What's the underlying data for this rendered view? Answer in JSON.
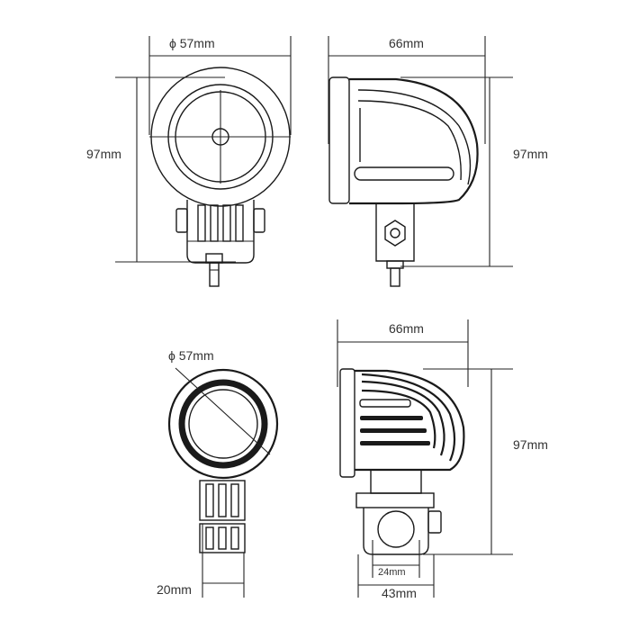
{
  "views": {
    "front_top": {
      "diameter_label": "ϕ 57mm",
      "height_label": "97mm"
    },
    "side_top": {
      "width_label": "66mm",
      "height_label": "97mm"
    },
    "front_bottom": {
      "diameter_label": "ϕ 57mm",
      "bracket_label": "20mm"
    },
    "side_bottom": {
      "width_label": "66mm",
      "height_label": "97mm",
      "clamp_inner_label": "24mm",
      "clamp_outer_label": "43mm"
    }
  }
}
